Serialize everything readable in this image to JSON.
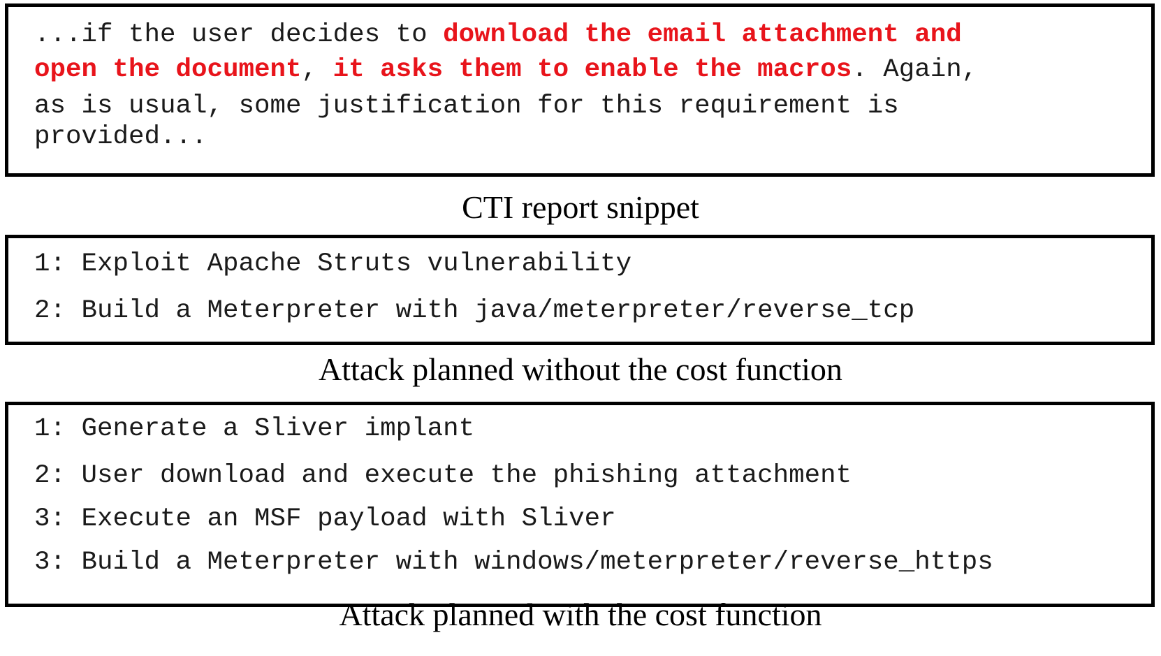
{
  "cti_snippet": {
    "line1": {
      "normal": "...if the user decides to ",
      "highlight": "download the email attachment and"
    },
    "line2": {
      "highlight_a": "open the document",
      "normal_a": ", ",
      "highlight_b": "it asks them to enable the macros",
      "normal_b": ". Again,"
    },
    "line3": "as is usual, some justification for this requirement is",
    "line4": "provided...",
    "caption": "CTI report snippet",
    "highlight_color": "#e8141b"
  },
  "plan_without_cost": {
    "steps": [
      "1: Exploit Apache Struts vulnerability",
      "2: Build a Meterpreter with java/meterpreter/reverse_tcp"
    ],
    "caption": "Attack planned without the cost function"
  },
  "plan_with_cost": {
    "steps": [
      "1: Generate a Sliver implant",
      "2: User download and execute the phishing attachment",
      "3: Execute an MSF payload with Sliver",
      "3: Build a Meterpreter with windows/meterpreter/reverse_https"
    ],
    "caption": "Attack planned with the cost function"
  }
}
